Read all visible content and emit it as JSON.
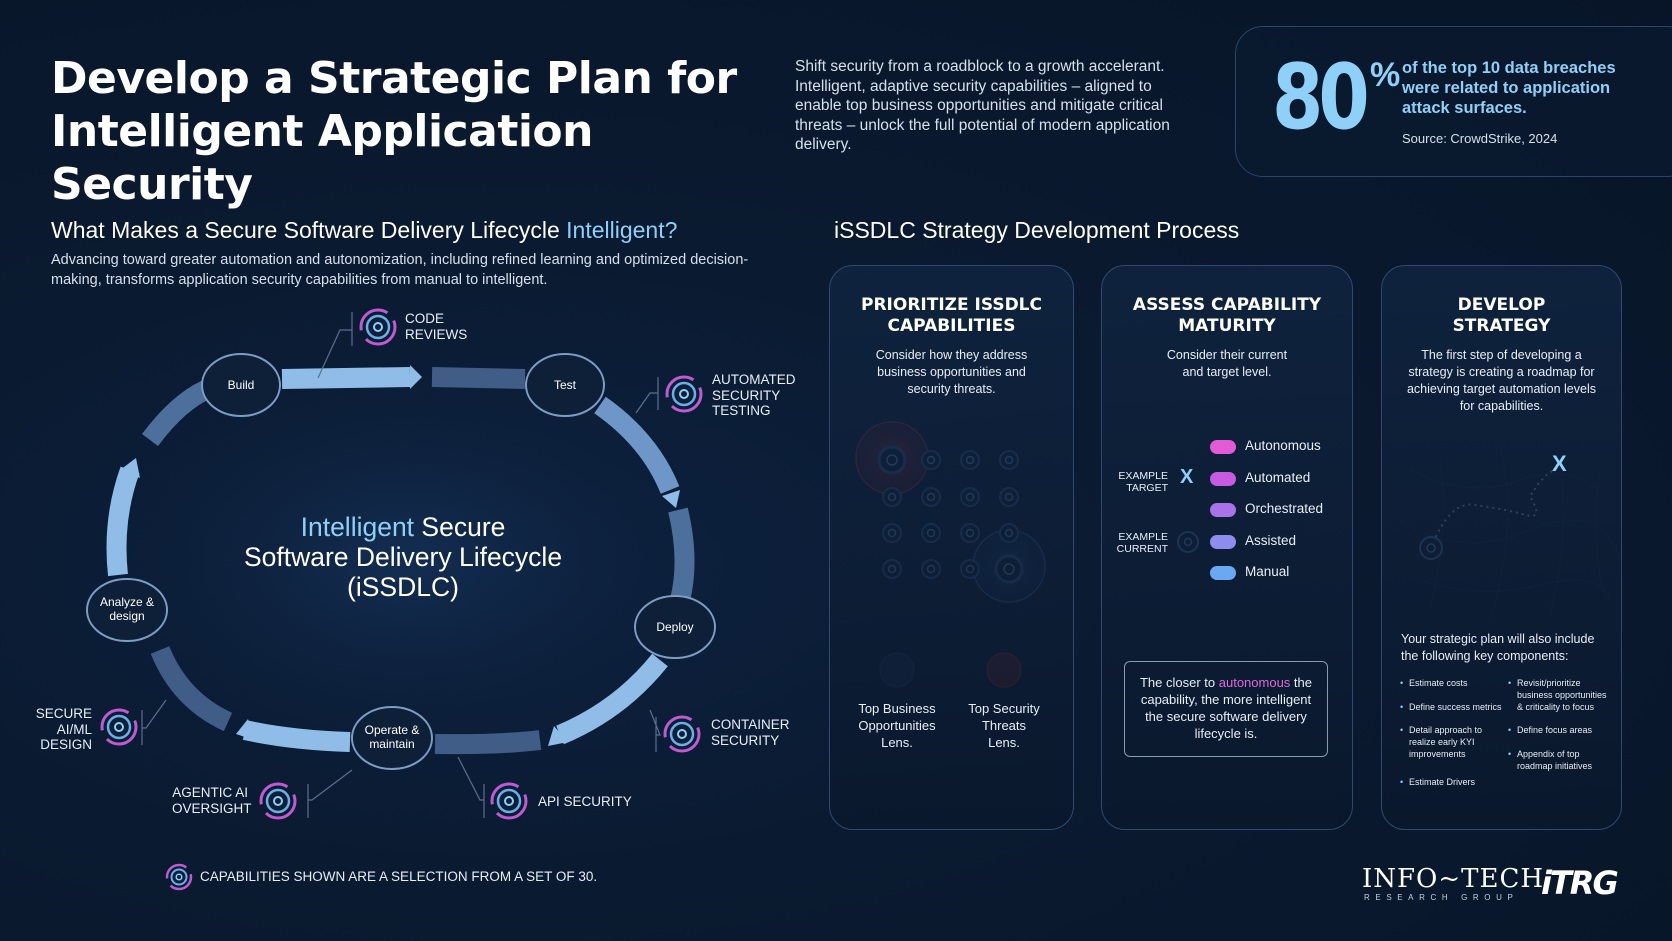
{
  "header": {
    "title_line1": "Develop a Strategic Plan for",
    "title_line2": "Intelligent Application Security",
    "intro": "Shift security from a roadblock to a growth accelerant. Intelligent, adaptive security capabilities – aligned to enable top business opportunities and mitigate critical threats – unlock the full potential of modern application delivery.",
    "stat": {
      "value": "80",
      "unit": "%",
      "text": "of the top 10 data breaches were related to application attack surfaces.",
      "source": "Source: CrowdStrike, 2024"
    }
  },
  "left_section": {
    "title_prefix": "What Makes a Secure Software Delivery Lifecycle",
    "title_highlight": "Intelligent?",
    "description": "Advancing toward greater automation and autonomization, including refined learning and optimized decision-making, transforms application security capabilities from manual to intelligent.",
    "center_highlight": "Intelligent",
    "center_line1_rest": " Secure",
    "center_line2": "Software Delivery Lifecycle",
    "center_line3": "(iSSDLC)",
    "stages": {
      "build": "Build",
      "test": "Test",
      "deploy": "Deploy",
      "operate_l1": "Operate &",
      "operate_l2": "maintain",
      "analyze_l1": "Analyze &",
      "analyze_l2": "design"
    },
    "capabilities": {
      "code_reviews_l1": "CODE",
      "code_reviews_l2": "REVIEWS",
      "ast_l1": "AUTOMATED",
      "ast_l2": "SECURITY",
      "ast_l3": "TESTING",
      "container_l1": "CONTAINER",
      "container_l2": "SECURITY",
      "api": "API SECURITY",
      "agentic_l1": "AGENTIC AI",
      "agentic_l2": "OVERSIGHT",
      "aiml_l1": "SECURE",
      "aiml_l2": "AI/ML",
      "aiml_l3": "DESIGN"
    },
    "footnote": "CAPABILITIES SHOWN ARE A SELECTION FROM A SET OF 30."
  },
  "right_section": {
    "title": "iSSDLC Strategy Development Process",
    "card1": {
      "title_l1": "PRIORITIZE ISSDLC",
      "title_l2": "CAPABILITIES",
      "desc_l1": "Consider how they address",
      "desc_l2": "business opportunities and",
      "desc_l3": "security threats.",
      "lens1_l1": "Top Business",
      "lens1_l2": "Opportunities",
      "lens1_l3": "Lens.",
      "lens2_l1": "Top Security",
      "lens2_l2": "Threats",
      "lens2_l3": "Lens."
    },
    "card2": {
      "title_l1": "ASSESS CAPABILITY",
      "title_l2": "MATURITY",
      "desc_l1": "Consider their current",
      "desc_l2": "and target level.",
      "levels": [
        "Autonomous",
        "Automated",
        "Orchestrated",
        "Assisted",
        "Manual"
      ],
      "level_colors": [
        "#e25ad6",
        "#c65ae0",
        "#a872ea",
        "#8f8cf0",
        "#6aa8f4"
      ],
      "example_target_l1": "EXAMPLE",
      "example_target_l2": "TARGET",
      "example_current_l1": "EXAMPLE",
      "example_current_l2": "CURRENT",
      "marker_x": "X",
      "note_pre": "The closer to ",
      "note_hl": "autonomous",
      "note_post": " the capability, the more intelligent the secure software delivery lifecycle is."
    },
    "card3": {
      "title_l1": "DEVELOP",
      "title_l2": "STRATEGY",
      "desc_l1": "The first step of developing a",
      "desc_l2": "strategy is creating a roadmap for",
      "desc_l3": "achieving target automation levels",
      "desc_l4": "for capabilities.",
      "marker_x": "X",
      "components_intro": "Your strategic plan will also include the following key components:",
      "components_left": [
        "Estimate costs",
        "Define success metrics",
        "Detail approach to realize early KYI improvements",
        "Estimate Drivers"
      ],
      "components_right": [
        "Revisit/prioritize business opportunities & criticality to focus",
        "Define focus areas",
        "Appendix of top roadmap initiatives"
      ]
    }
  },
  "logos": {
    "infotech": "INFO~TECH",
    "infotech_sub": "RESEARCH GROUP",
    "itrg": "iTRG"
  }
}
